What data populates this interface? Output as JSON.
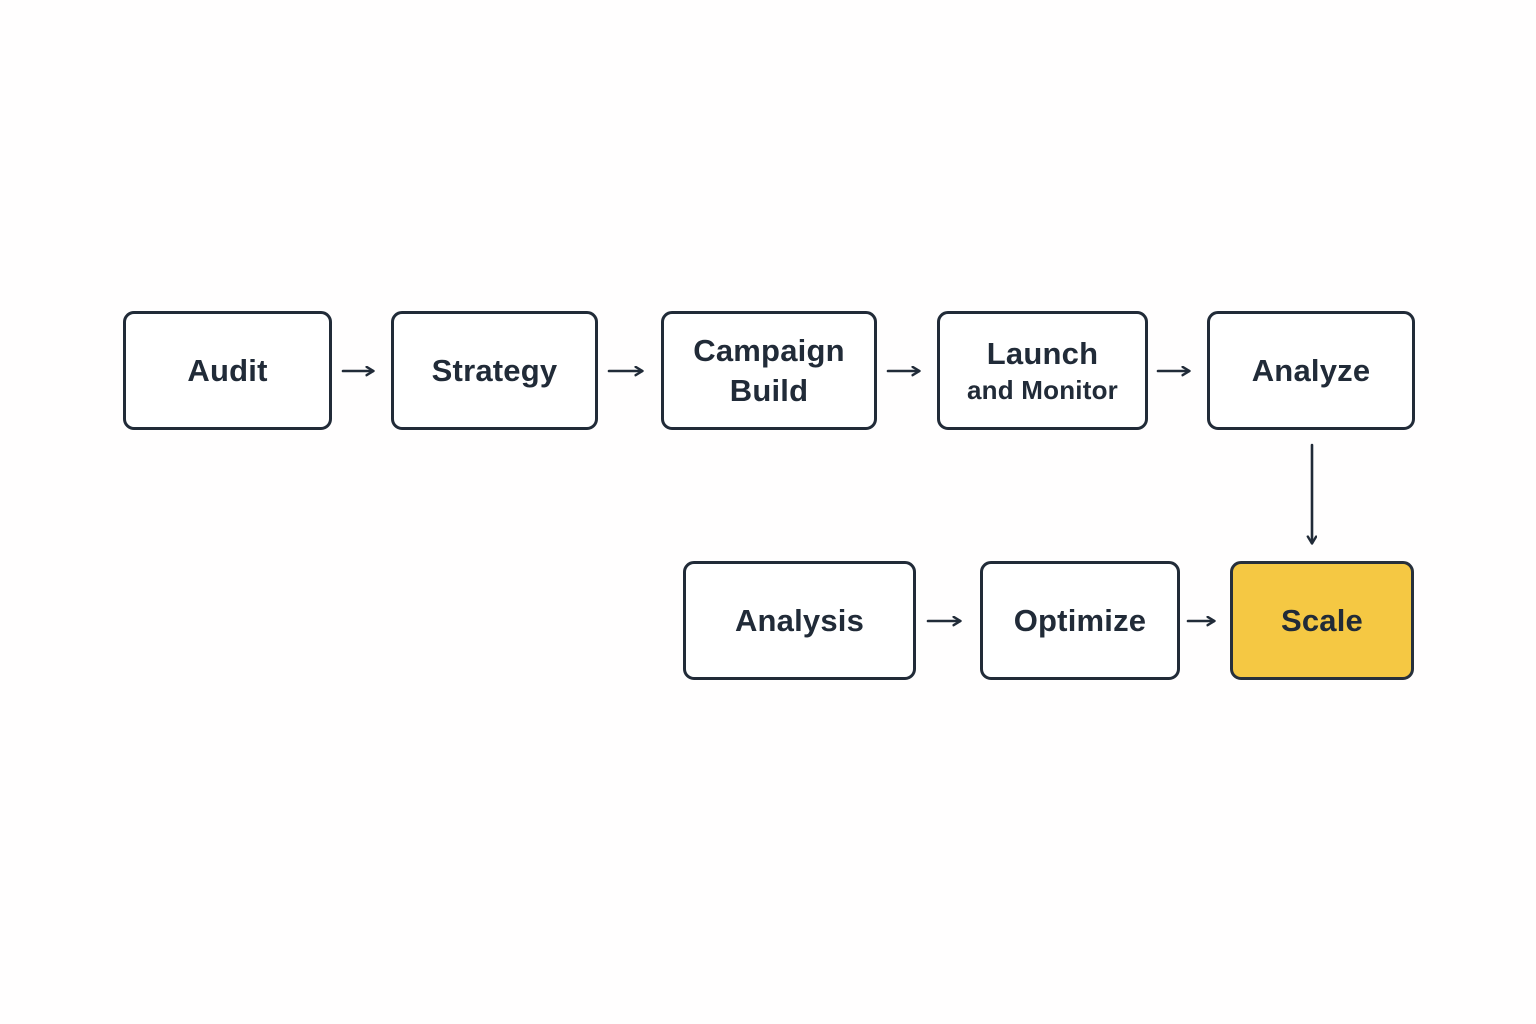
{
  "diagram": {
    "type": "flowchart",
    "title": "",
    "colors": {
      "background": "#ffffff",
      "node_fill": "#ffffff",
      "node_border": "#212b38",
      "text": "#212b38",
      "arrow": "#212b38",
      "highlight_fill": "#f5c843"
    },
    "nodes": {
      "audit": {
        "label": "Audit"
      },
      "strategy": {
        "label": "Strategy"
      },
      "campaign": {
        "line1": "Campaign",
        "line2": "Build"
      },
      "launch": {
        "line1": "Launch",
        "line2": "and Monitor"
      },
      "analyze": {
        "label": "Analyze"
      },
      "analysis": {
        "label": "Analysis"
      },
      "optimize": {
        "label": "Optimize"
      },
      "scale": {
        "label": "Scale",
        "highlighted": "true"
      }
    },
    "edges": [
      {
        "from": "Audit",
        "to": "Strategy",
        "direction": "right"
      },
      {
        "from": "Strategy",
        "to": "Campaign Build",
        "direction": "right"
      },
      {
        "from": "Campaign Build",
        "to": "Launch and Monitor",
        "direction": "right"
      },
      {
        "from": "Launch and Monitor",
        "to": "Analyze",
        "direction": "right"
      },
      {
        "from": "Analyze",
        "to": "Scale",
        "direction": "down"
      },
      {
        "from": "Analysis",
        "to": "Optimize",
        "direction": "right"
      },
      {
        "from": "Optimize",
        "to": "Scale",
        "direction": "right"
      }
    ]
  }
}
